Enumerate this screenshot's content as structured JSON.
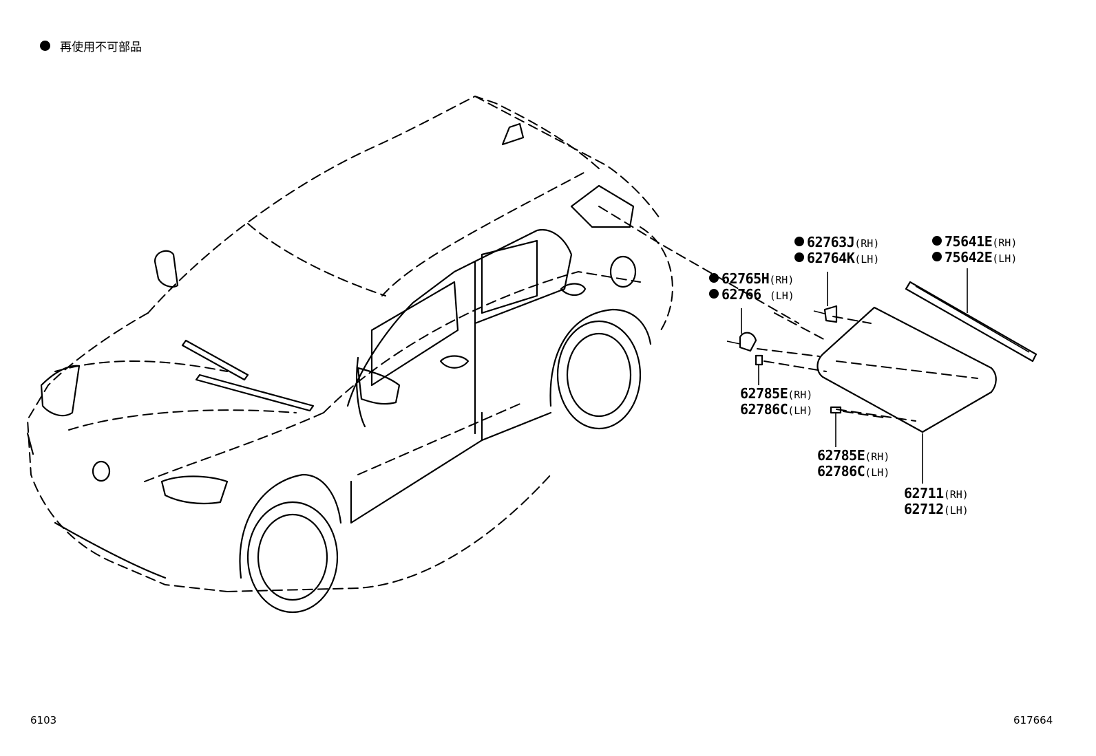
{
  "legend": {
    "text": "再使用不可部品"
  },
  "footer": {
    "left_code": "6103",
    "right_code": "617664"
  },
  "parts": {
    "p62763": {
      "lines": [
        {
          "num": "62763J",
          "side": "(RH)"
        },
        {
          "num": "62764K",
          "side": "(LH)"
        }
      ]
    },
    "p75641": {
      "lines": [
        {
          "num": "75641E",
          "side": "(RH)"
        },
        {
          "num": "75642E",
          "side": "(LH)"
        }
      ]
    },
    "p62765": {
      "lines": [
        {
          "num": "62765H",
          "side": "(RH)"
        },
        {
          "num": "62766",
          "side": "(LH)"
        }
      ]
    },
    "p62785a": {
      "lines": [
        {
          "num": "62785E",
          "side": "(RH)"
        },
        {
          "num": "62786C",
          "side": "(LH)"
        }
      ]
    },
    "p62785b": {
      "lines": [
        {
          "num": "62785E",
          "side": "(RH)"
        },
        {
          "num": "62786C",
          "side": "(LH)"
        }
      ]
    },
    "p62711": {
      "lines": [
        {
          "num": "62711",
          "side": "(RH)"
        },
        {
          "num": "62712",
          "side": "(LH)"
        }
      ]
    }
  }
}
